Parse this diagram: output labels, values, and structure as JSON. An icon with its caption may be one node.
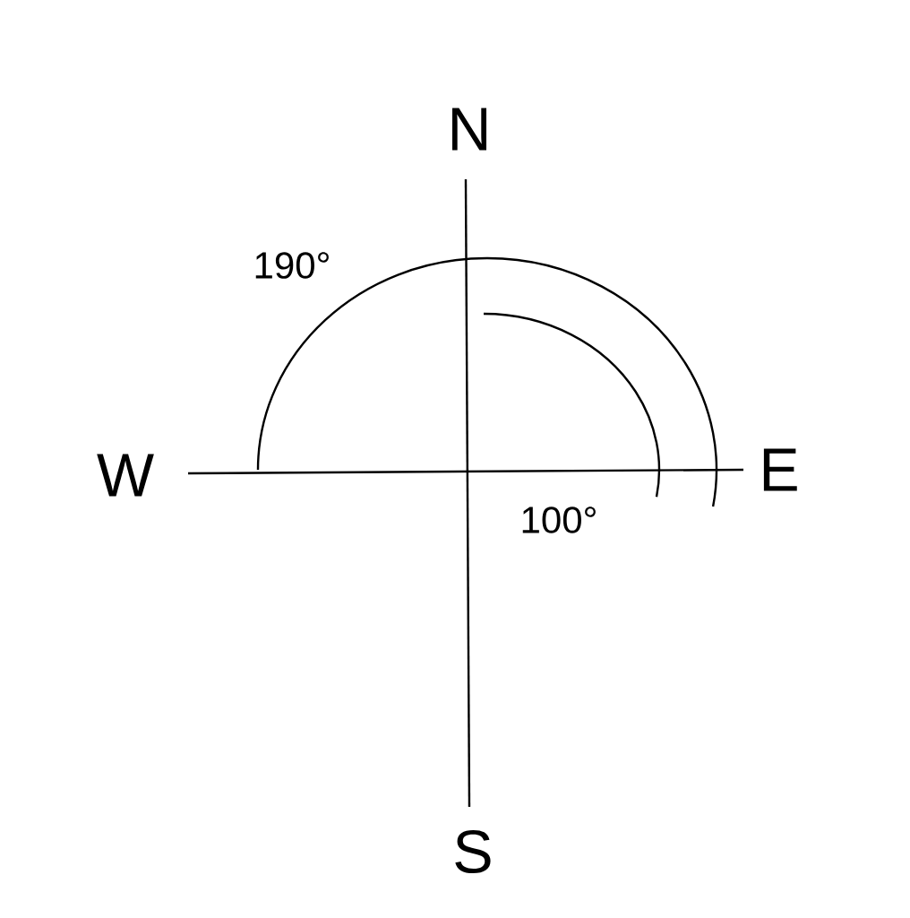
{
  "diagram": {
    "labels": [
      "N",
      "190°",
      "W",
      "E",
      "100°",
      "S"
    ]
  }
}
